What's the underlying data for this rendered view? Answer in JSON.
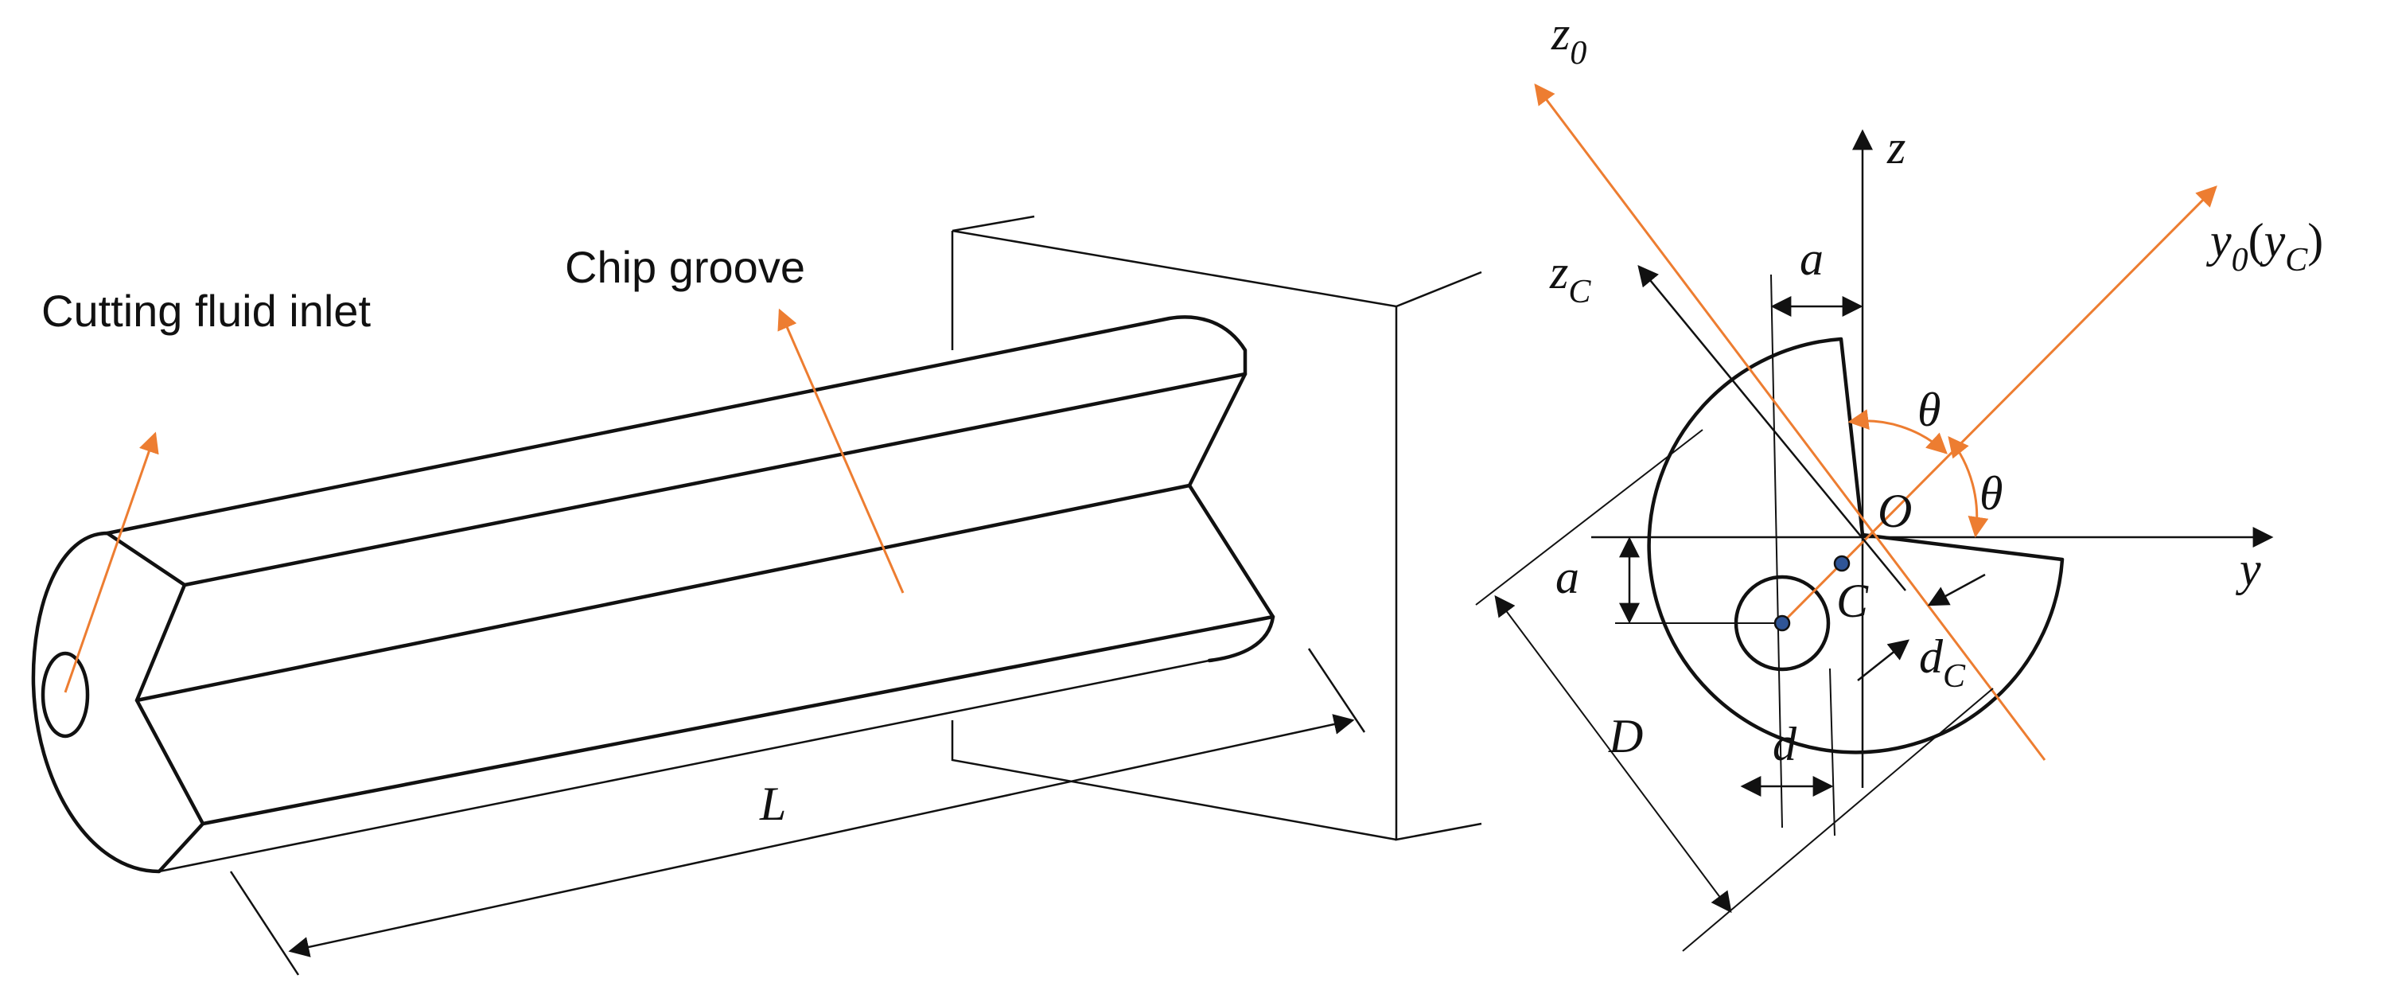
{
  "labels": {
    "cutting_fluid_inlet": "Cutting fluid inlet",
    "chip_groove": "Chip groove",
    "length": "L",
    "diameter": "D",
    "offset_a_top": "a",
    "offset_a_left": "a",
    "hole_diameter": "d",
    "centroid_distance": "d",
    "centroid_distance_sub": "C",
    "origin": "O",
    "centroid": "C",
    "theta_upper": "θ",
    "theta_lower": "θ",
    "axis_y": "y",
    "axis_z": "z",
    "axis_z0": "z",
    "axis_z0_sub": "0",
    "axis_zc": "z",
    "axis_zc_sub": "C",
    "axis_y0": "y",
    "axis_y0_sub": "0",
    "axis_y0_paren_open": "(",
    "axis_yc": "y",
    "axis_yc_sub": "C",
    "axis_y0_paren_close": ")"
  },
  "colors": {
    "line": "#111111",
    "accent": "#ED7D31",
    "point_fill": "#2F5597",
    "background": "#ffffff"
  }
}
